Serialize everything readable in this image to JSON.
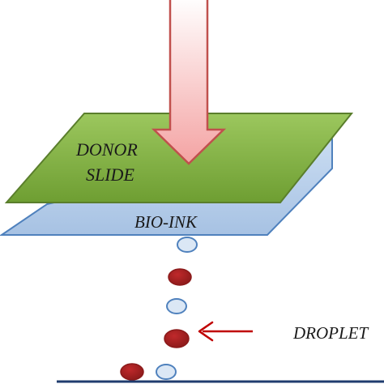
{
  "labels": {
    "donor_line1": "DONOR",
    "donor_line2": "SLIDE",
    "bio_ink": "BIO-INK",
    "droplet": "DROPLET"
  },
  "colors": {
    "donor_slide_fill_top": "#9cc75e",
    "donor_slide_fill_bottom": "#6e9e32",
    "donor_slide_stroke": "#5a7e2c",
    "bio_ink_fill_top": "#c9dcf2",
    "bio_ink_fill_bottom": "#a7c2e3",
    "bio_ink_stroke": "#4f81bd",
    "laser_arrow_fill_top": "#ffffff",
    "laser_arrow_fill_bottom": "#f4a3a3",
    "laser_arrow_stroke": "#c0504d",
    "pointer_arrow": "#c00000",
    "droplet_red": "#c0292b",
    "droplet_red_dark": "#8b1a1a",
    "droplet_blue_fill": "#dbe7f5",
    "droplet_blue_stroke": "#4f81bd",
    "receiving_substrate": "#1f3c6e"
  },
  "icons": {
    "laser_beam": "down-arrow-icon",
    "pointer": "left-arrow-icon"
  }
}
